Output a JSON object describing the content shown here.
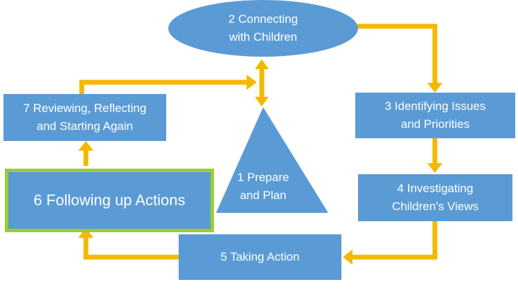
{
  "diagram": {
    "colors": {
      "box": "#5b9bd5",
      "arrow": "#f5b800",
      "highlight_border": "#9acd32",
      "text": "#ffffff"
    },
    "nodes": {
      "prepare": "1 Prepare\nand Plan",
      "connecting": "2 Connecting\nwith Children",
      "identifying": "3 Identifying Issues\nand Priorities",
      "investigating": "4 Investigating\nChildren’s Views",
      "taking_action": "5 Taking Action",
      "following_up": "6 Following up Actions",
      "reviewing": "7 Reviewing, Reflecting\nand Starting Again"
    },
    "highlighted_node": "6 Following up Actions"
  }
}
